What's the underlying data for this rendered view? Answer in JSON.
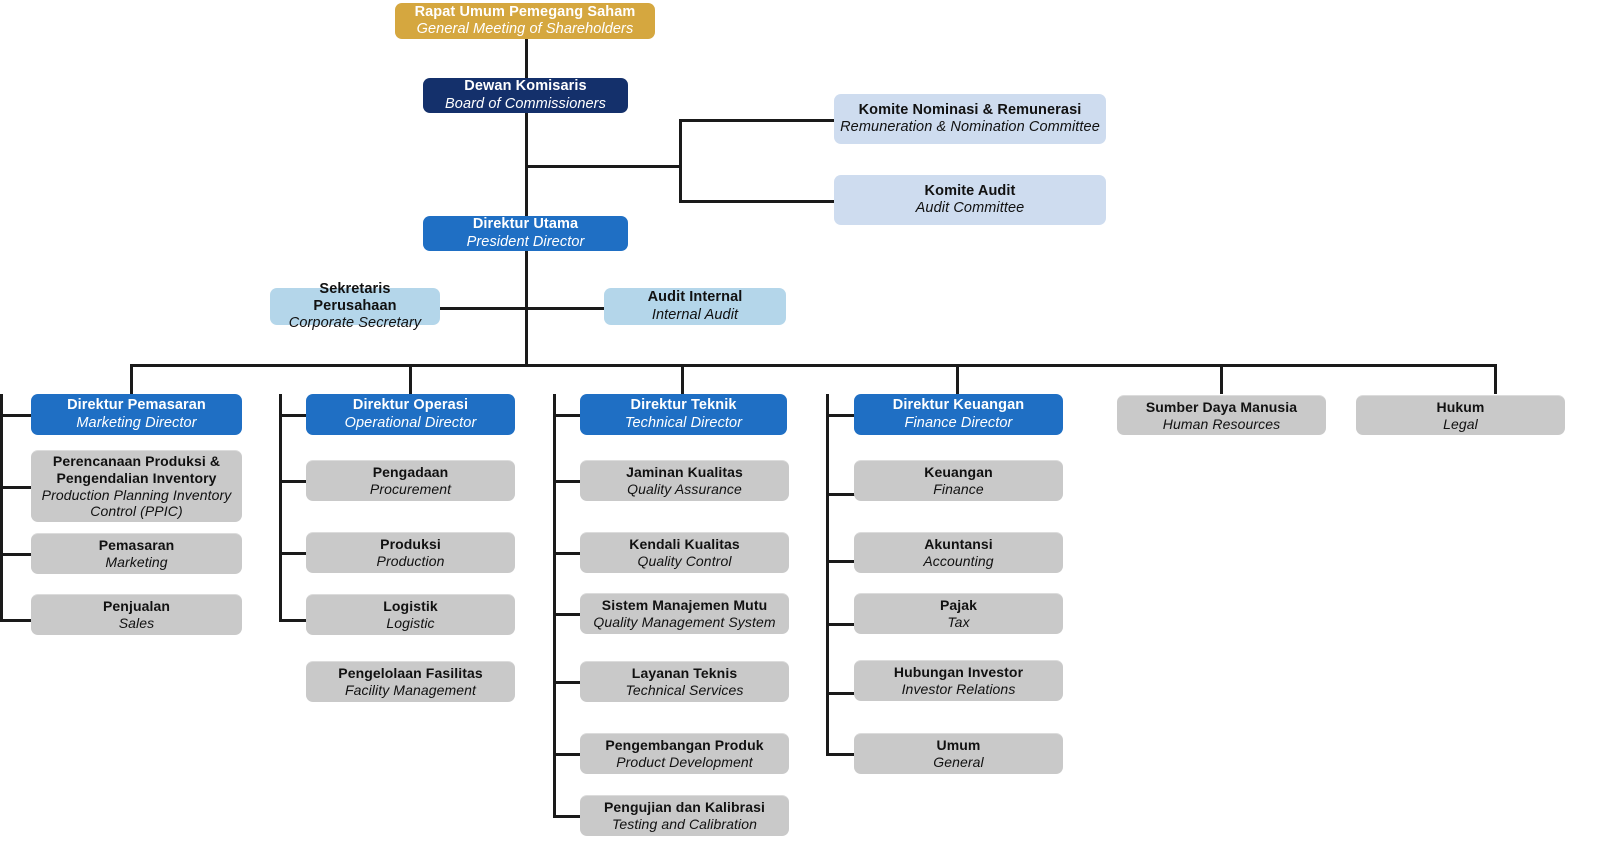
{
  "chart_meta": {
    "type": "organization-chart",
    "title": "Struktur Organisasi",
    "language_primary": "Indonesian",
    "language_secondary": "English",
    "colors": {
      "gold": "#d5a73f",
      "navy": "#14306b",
      "blue": "#1f6fc4",
      "committee": "#cedcef",
      "lightblue": "#b4d6ea",
      "gray": "#c9c9c9",
      "line": "#1a1a1a"
    }
  },
  "nodes": {
    "gms": {
      "id": "rapat-umum-pemegang-saham",
      "t1": "Rapat Umum Pemegang Saham",
      "t2": "General Meeting of Shareholders"
    },
    "boc": {
      "id": "dewan-komisaris",
      "t1": "Dewan Komisaris",
      "t2": "Board of Commissioners"
    },
    "remco": {
      "id": "komite-nominasi-remunerasi",
      "t1": "Komite Nominasi & Remunerasi",
      "t2": "Remuneration & Nomination Committee"
    },
    "auditco": {
      "id": "komite-audit",
      "t1": "Komite Audit",
      "t2": "Audit Committee"
    },
    "presdir": {
      "id": "direktur-utama",
      "t1": "Direktur Utama",
      "t2": "President Director"
    },
    "corpsec": {
      "id": "sekretaris-perusahaan",
      "t1": "Sekretaris Perusahaan",
      "t2": "Corporate Secretary"
    },
    "intaudit": {
      "id": "audit-internal",
      "t1": "Audit Internal",
      "t2": "Internal Audit"
    },
    "dir_mkt": {
      "id": "direktur-pemasaran",
      "t1": "Direktur Pemasaran",
      "t2": "Marketing Director"
    },
    "dir_ops": {
      "id": "direktur-operasi",
      "t1": "Direktur Operasi",
      "t2": "Operational Director"
    },
    "dir_tech": {
      "id": "direktur-teknik",
      "t1": "Direktur Teknik",
      "t2": "Technical Director"
    },
    "dir_fin": {
      "id": "direktur-keuangan",
      "t1": "Direktur Keuangan",
      "t2": "Finance Director"
    },
    "hr": {
      "id": "sumber-daya-manusia",
      "t1": "Sumber Daya Manusia",
      "t2": "Human Resources"
    },
    "legal": {
      "id": "hukum",
      "t1": "Hukum",
      "t2": "Legal"
    },
    "ppic": {
      "id": "ppic",
      "t1": "Perencanaan Produksi & Pengendalian Inventory",
      "t2": "Production Planning Inventory Control (PPIC)"
    },
    "pemasaran": {
      "id": "pemasaran",
      "t1": "Pemasaran",
      "t2": "Marketing"
    },
    "penjualan": {
      "id": "penjualan",
      "t1": "Penjualan",
      "t2": "Sales"
    },
    "pengadaan": {
      "id": "pengadaan",
      "t1": "Pengadaan",
      "t2": "Procurement"
    },
    "produksi": {
      "id": "produksi",
      "t1": "Produksi",
      "t2": "Production"
    },
    "logistik": {
      "id": "logistik",
      "t1": "Logistik",
      "t2": "Logistic"
    },
    "fasilitas": {
      "id": "pengelolaan-fasilitas",
      "t1": "Pengelolaan Fasilitas",
      "t2": "Facility Management"
    },
    "qa": {
      "id": "jaminan-kualitas",
      "t1": "Jaminan Kualitas",
      "t2": "Quality Assurance"
    },
    "qc": {
      "id": "kendali-kualitas",
      "t1": "Kendali Kualitas",
      "t2": "Quality Control"
    },
    "qms": {
      "id": "sistem-manajemen-mutu",
      "t1": "Sistem Manajemen Mutu",
      "t2": "Quality Management System"
    },
    "techserv": {
      "id": "layanan-teknis",
      "t1": "Layanan Teknis",
      "t2": "Technical Services"
    },
    "proddev": {
      "id": "pengembangan-produk",
      "t1": "Pengembangan Produk",
      "t2": "Product Development"
    },
    "testcal": {
      "id": "pengujian-dan-kalibrasi",
      "t1": "Pengujian dan Kalibrasi",
      "t2": "Testing and Calibration"
    },
    "keuangan": {
      "id": "keuangan",
      "t1": "Keuangan",
      "t2": "Finance"
    },
    "akuntansi": {
      "id": "akuntansi",
      "t1": "Akuntansi",
      "t2": "Accounting"
    },
    "pajak": {
      "id": "pajak",
      "t1": "Pajak",
      "t2": "Tax"
    },
    "invrel": {
      "id": "hubungan-investor",
      "t1": "Hubungan Investor",
      "t2": "Investor Relations"
    },
    "umum": {
      "id": "umum",
      "t1": "Umum",
      "t2": "General"
    }
  }
}
